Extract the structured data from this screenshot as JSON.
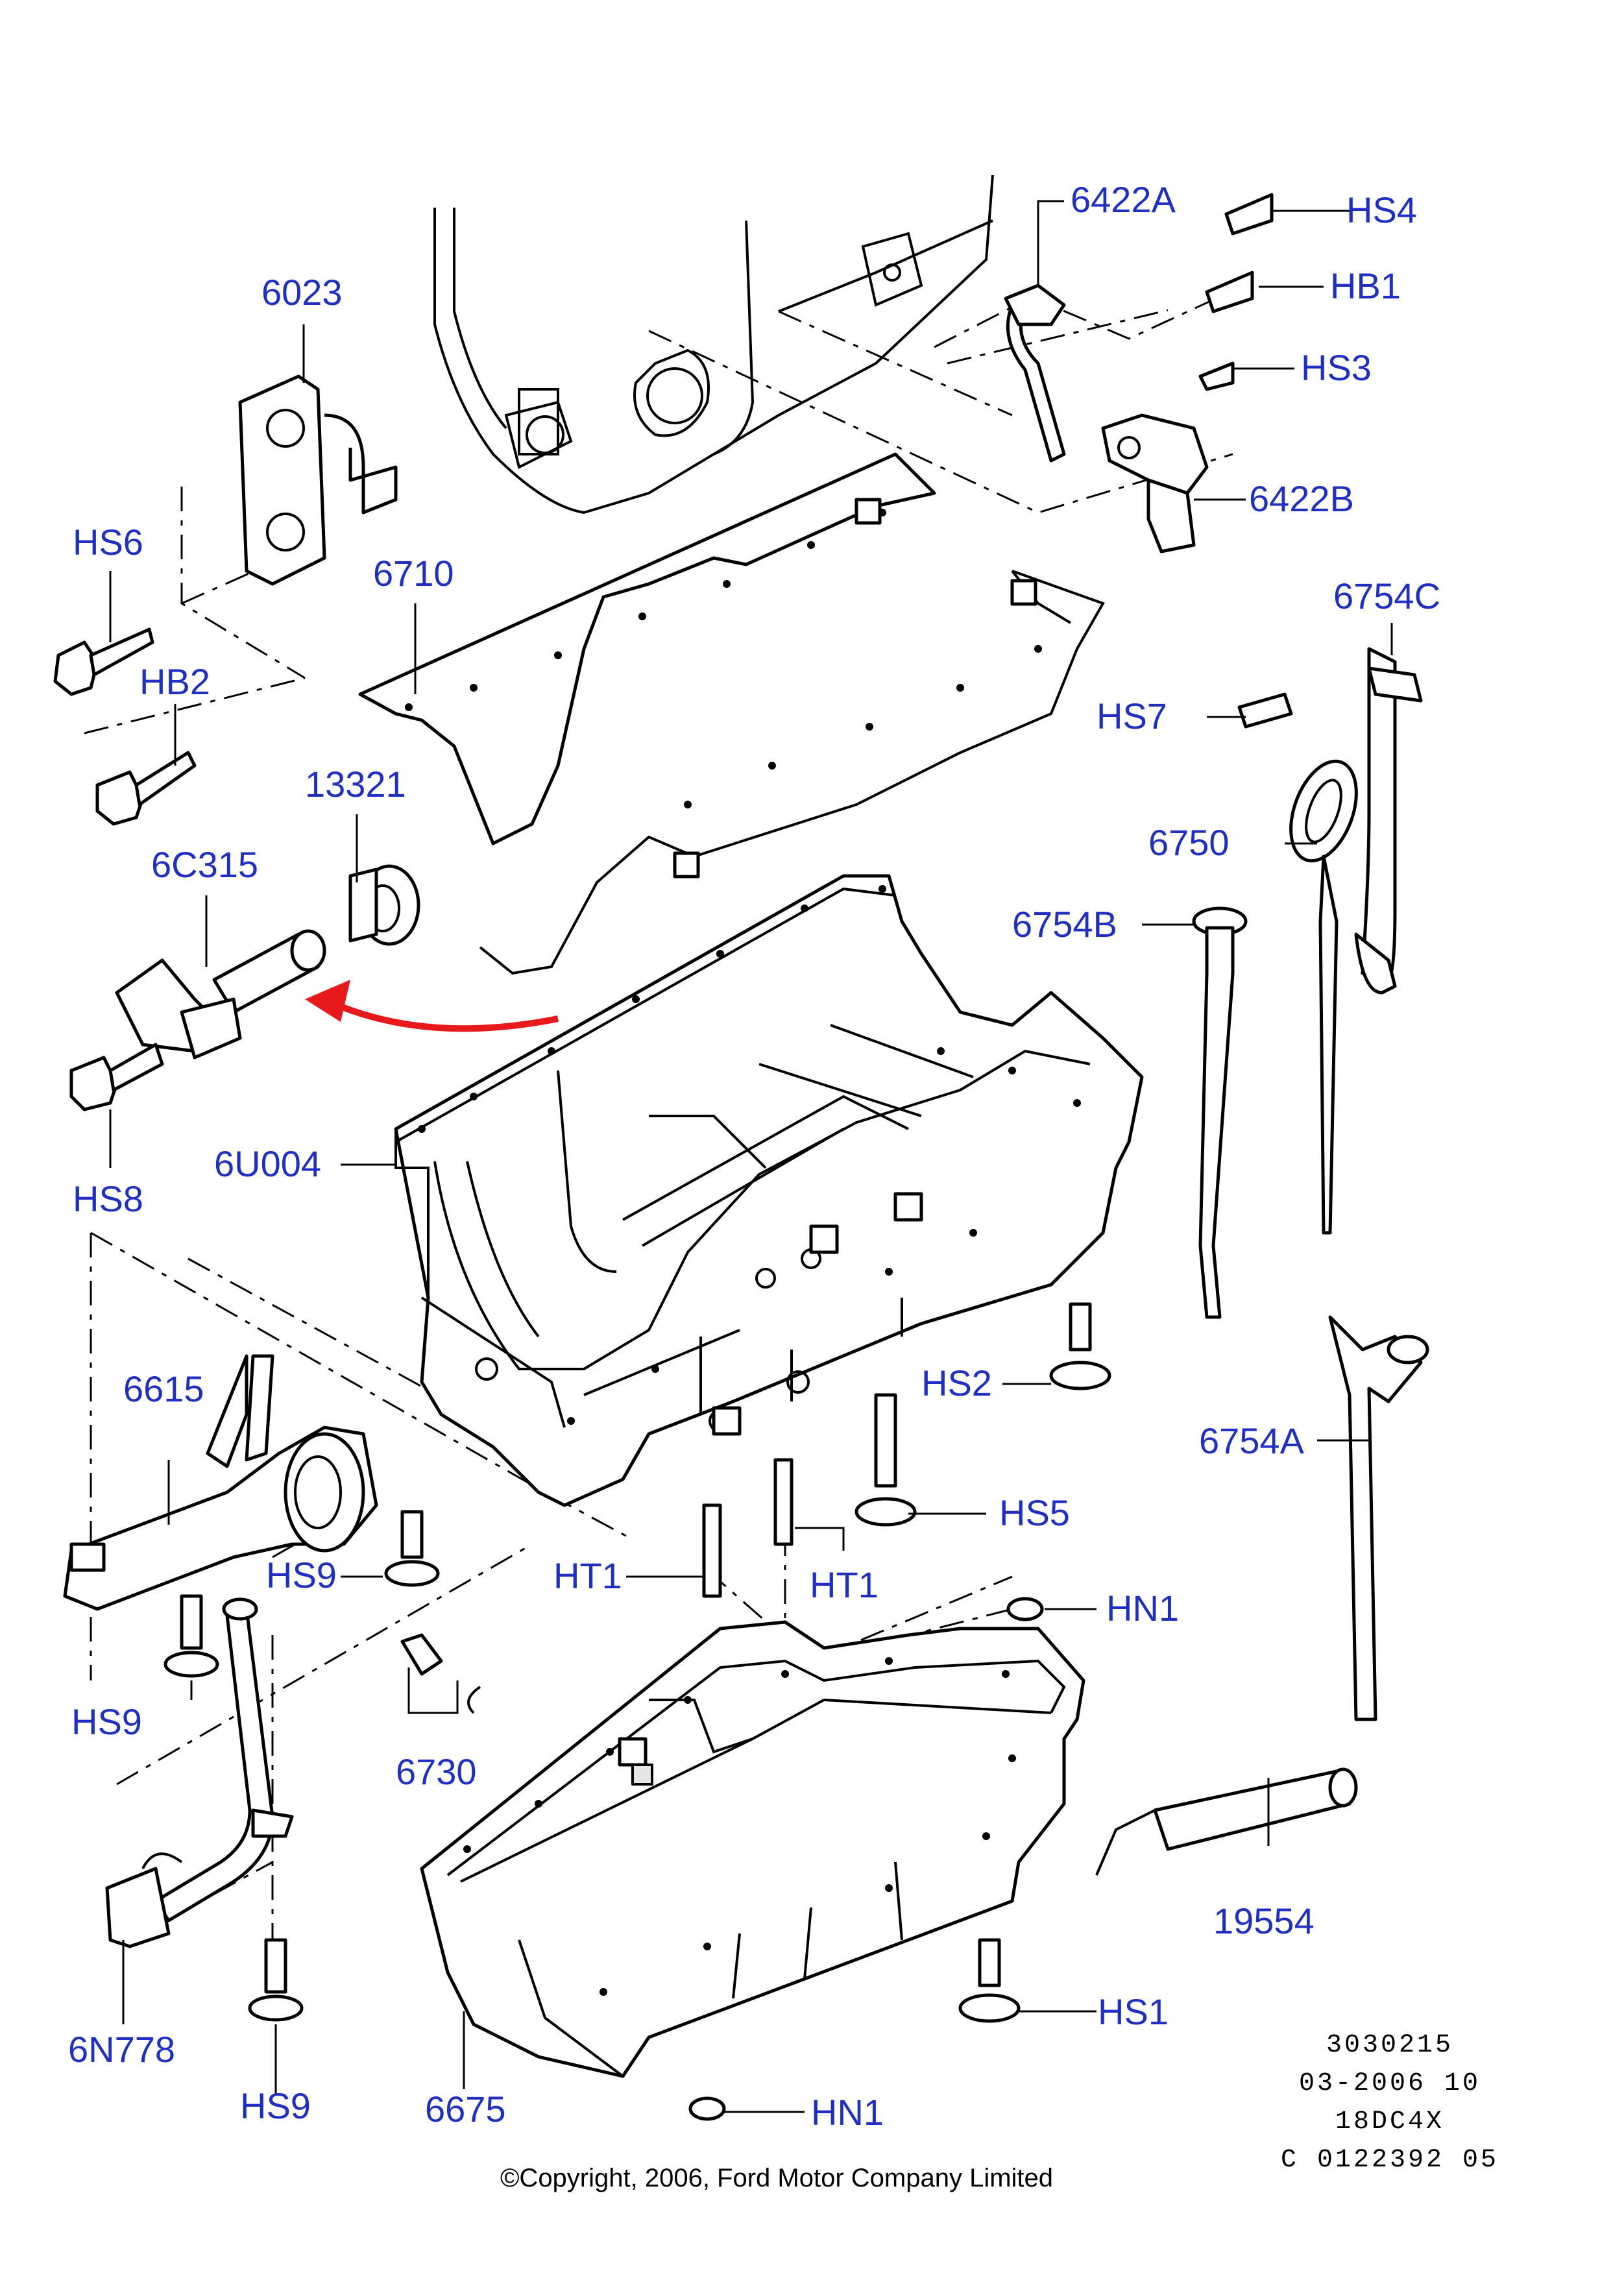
{
  "callouts": {
    "c6422A": "6422A",
    "cHS4": "HS4",
    "cHB1": "HB1",
    "cHS3": "HS3",
    "c6023": "6023",
    "c6422B": "6422B",
    "cHS6": "HS6",
    "c6710": "6710",
    "c6754C": "6754C",
    "cHB2": "HB2",
    "cHS7": "HS7",
    "c13321": "13321",
    "c6750": "6750",
    "c6C315": "6C315",
    "c6754B": "6754B",
    "c6U004": "6U004",
    "cHS8": "HS8",
    "c6615": "6615",
    "cHS2": "HS2",
    "c6754A": "6754A",
    "cHS5": "HS5",
    "cHS9a": "HS9",
    "cHT1a": "HT1",
    "cHT1b": "HT1",
    "cHN1a": "HN1",
    "cHS9b": "HS9",
    "c6730": "6730",
    "c19554": "19554",
    "cHS1": "HS1",
    "c6N778": "6N778",
    "cHS9c": "HS9",
    "c6675": "6675",
    "cHN1b": "HN1"
  },
  "reference": {
    "line1": "3030215",
    "line2": "03-2006 10",
    "line3": "18DC4X",
    "line4": "C 0122392 05"
  },
  "copyright": "©Copyright, 2006, Ford Motor Company Limited",
  "colors": {
    "callout_text": "#1f2fc4",
    "arrow": "#e8191a",
    "line": "#000000"
  }
}
